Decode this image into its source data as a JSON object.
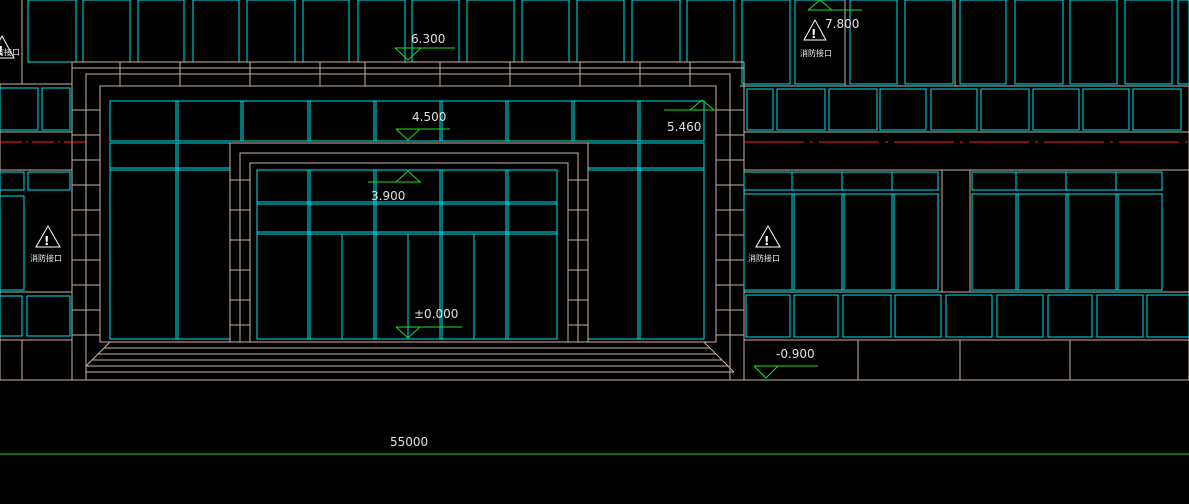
{
  "drawing": {
    "elevation_marks": [
      {
        "value": "6.300"
      },
      {
        "value": "7.800"
      },
      {
        "value": "4.500"
      },
      {
        "value": "5.460"
      },
      {
        "value": "3.900"
      },
      {
        "value": "±0.000"
      },
      {
        "value": "-0.900"
      }
    ],
    "dimension": {
      "value": "55000"
    },
    "fire_connection": {
      "mark": "!",
      "label": "消防接口"
    }
  },
  "colors": {
    "background": "#000000",
    "window": "#00e5ee",
    "outline": "#c8b4a4",
    "axis": "#ff2020",
    "level_mark": "#22dd22",
    "text": "#e0e0e0"
  }
}
